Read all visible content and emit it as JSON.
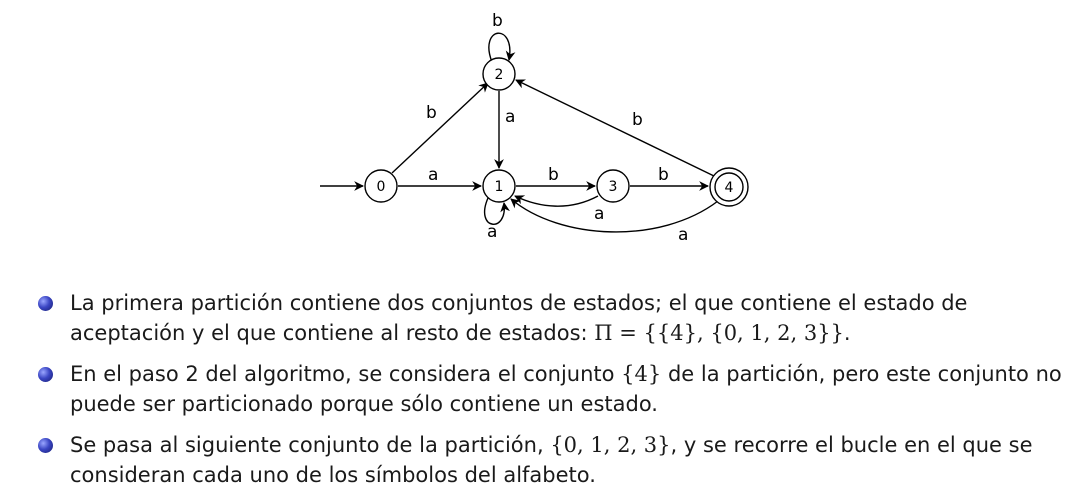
{
  "diagram": {
    "states": [
      "0",
      "1",
      "2",
      "3",
      "4"
    ],
    "accepting_state": "4",
    "initial_state": "0",
    "transitions": [
      {
        "from": "2",
        "to": "2",
        "symbol": "b"
      },
      {
        "from": "0",
        "to": "2",
        "symbol": "b"
      },
      {
        "from": "2",
        "to": "1",
        "symbol": "a"
      },
      {
        "from": "4",
        "to": "2",
        "symbol": "b"
      },
      {
        "from": "0",
        "to": "1",
        "symbol": "a"
      },
      {
        "from": "1",
        "to": "3",
        "symbol": "b"
      },
      {
        "from": "3",
        "to": "4",
        "symbol": "b"
      },
      {
        "from": "3",
        "to": "1",
        "symbol": "a"
      },
      {
        "from": "1",
        "to": "1",
        "symbol": "a"
      },
      {
        "from": "4",
        "to": "1",
        "symbol": "a"
      }
    ]
  },
  "bullets": [
    {
      "text": "La primera partición contiene dos conjuntos de estados; el que contiene el estado de aceptación y el que contiene al resto de estados: ",
      "math": "Π = {{4}, {0, 1, 2, 3}}",
      "tail": "."
    },
    {
      "text": "En el paso 2 del algoritmo, se considera el conjunto ",
      "math": "{4}",
      "tail": " de la partición, pero este conjunto no puede ser particionado porque sólo contiene un estado."
    },
    {
      "text": "Se pasa al siguiente conjunto de la partición, ",
      "math": "{0, 1, 2, 3}",
      "tail": ", y se recorre el bucle en el que se consideran cada uno de los símbolos del alfabeto."
    }
  ],
  "colors": {
    "bullet": "#3b46c4",
    "text": "#1a1a1a"
  }
}
